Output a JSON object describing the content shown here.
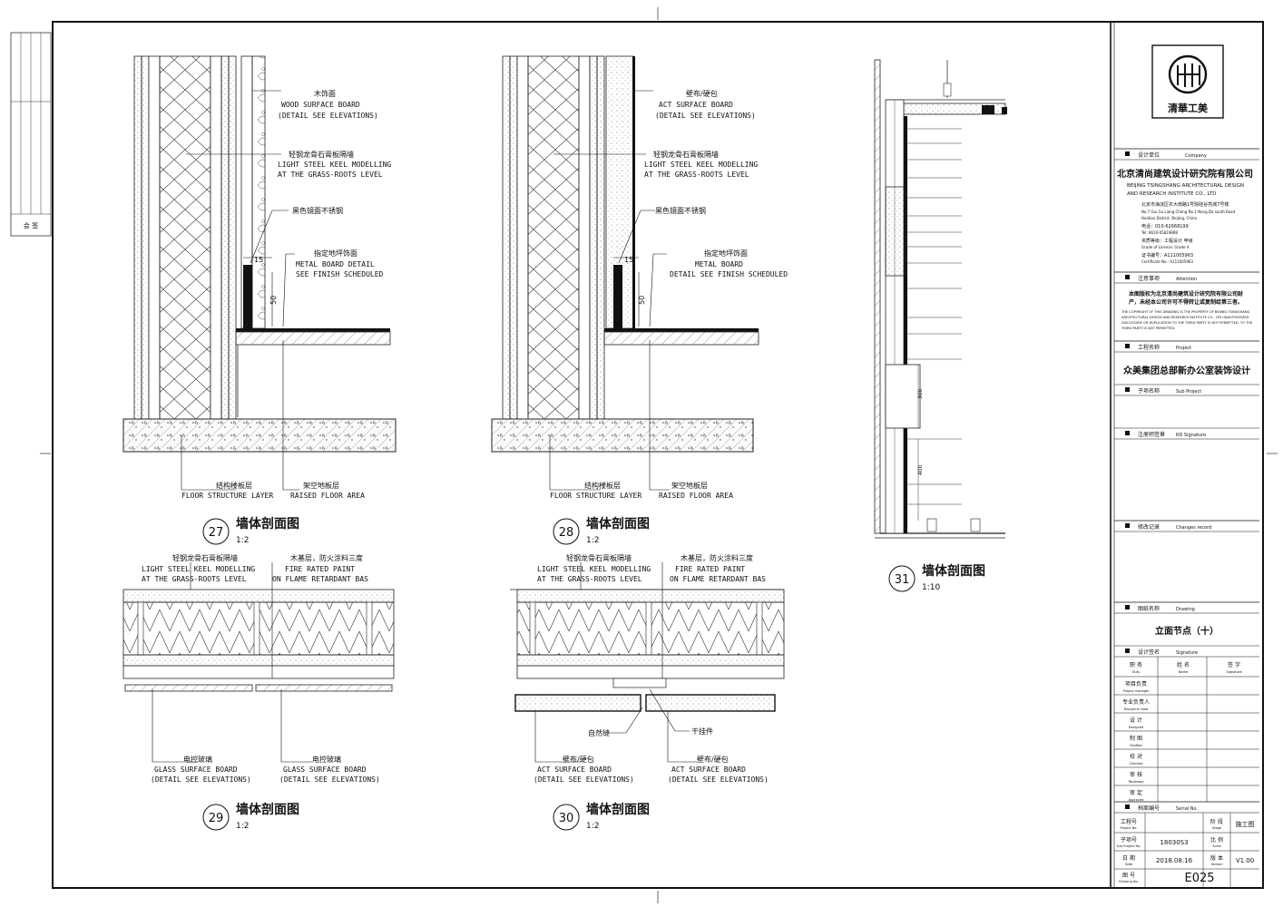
{
  "details": {
    "d27": {
      "number": "27",
      "title": "墙体剖面图",
      "scale": "1:2",
      "labels": {
        "finish_cn": "木饰面",
        "finish_en1": "WOOD SURFACE BOARD",
        "finish_en2": "(DETAIL SEE ELEVATIONS)",
        "keel_cn": "轻钢龙骨石膏板隔墙",
        "keel_en1": "LIGHT STEEL KEEL MODELLING",
        "keel_en2": "AT THE GRASS-ROOTS LEVEL",
        "steel_cn": "黑色镜面不锈钢",
        "metal_cn": "指定地坪饰面",
        "metal_en1": "METAL BOARD DETAIL",
        "metal_en2": "SEE FINISH SCHEDULED",
        "dim_15": "15",
        "dim_50": "50",
        "floor_cn": "结构楼板层",
        "raised_cn": "架空地板层",
        "floor_en": "FLOOR STRUCTURE LAYER",
        "raised_en": "RAISED FLOOR AREA"
      }
    },
    "d28": {
      "number": "28",
      "title": "墙体剖面图",
      "scale": "1:2",
      "labels": {
        "finish_cn": "壁布/硬包",
        "finish_en1": "ACT SURFACE BOARD",
        "finish_en2": "(DETAIL SEE ELEVATIONS)",
        "keel_cn": "轻钢龙骨石膏板隔墙",
        "keel_en1": "LIGHT STEEL KEEL MODELLING",
        "keel_en2": "AT THE GRASS-ROOTS LEVEL",
        "steel_cn": "黑色镜面不锈钢",
        "metal_cn": "指定地坪饰面",
        "metal_en1": "METAL BOARD",
        "metal_en2": "DETAIL SEE FINISH SCHEDULED",
        "dim_15": "15",
        "dim_50": "50",
        "floor_cn": "结构楼板层",
        "raised_cn": "架空地板层",
        "floor_en": "FLOOR STRUCTURE LAYER",
        "raised_en": "RAISED FLOOR AREA"
      }
    },
    "d29": {
      "number": "29",
      "title": "墙体剖面图",
      "scale": "1:2",
      "labels": {
        "keel_cn": "轻钢龙骨石膏板隔墙",
        "keel_en1": "LIGHT STEEL KEEL MODELLING",
        "keel_en2": "AT THE GRASS-ROOTS LEVEL",
        "fire_cn": "木基层，防火涂料三度",
        "fire_en1": "FIRE RATED PAINT",
        "fire_en2": "ON FLAME RETARDANT BAS",
        "glass_cn": "电控玻璃",
        "glass_en1": "GLASS SURFACE BOARD",
        "glass_en2": "(DETAIL SEE ELEVATIONS)"
      }
    },
    "d30": {
      "number": "30",
      "title": "墙体剖面图",
      "scale": "1:2",
      "labels": {
        "keel_cn": "轻钢龙骨石膏板隔墙",
        "keel_en1": "LIGHT STEEL KEEL MODELLING",
        "keel_en2": "AT THE GRASS-ROOTS LEVEL",
        "fire_cn": "木基层，防火涂料三度",
        "fire_en1": "FIRE RATED PAINT",
        "fire_en2": "ON FLAME RETARDANT BAS",
        "joint_cn": "自然缝",
        "hanger_cn": "干挂件",
        "act_cn": "壁布/硬包",
        "act_en1": "ACT SURFACE BOARD",
        "act_en2": "(DETAIL SEE ELEVATIONS)"
      }
    },
    "d31": {
      "number": "31",
      "title": "墙体剖面图",
      "scale": "1:10",
      "dim_a": "300",
      "dim_b": "400"
    }
  },
  "title_block": {
    "logo_text": "清華工美",
    "company_label_cn": "设计单位",
    "company_label_en": "Company",
    "company_cn": "北京清尚建筑设计研究院有限公司",
    "company_en1": "BEIJING TSINGSHANG ARCHITECTURAL DESIGN",
    "company_en2": "AND RESEARCH INSTITUTE CO., LTD",
    "address_cn": "北京市海淀区农大南路1号院硅谷亮城7号楼",
    "address_en1": "No.7 Gui Gu Liang Cheng No.1 Nong Da south Road",
    "address_en2": "Haidian District, Beijing, China",
    "tel": "电话：010-62668199",
    "fax": "Tel: 8610-65819888",
    "grade_cn": "资质等级：工程设计 甲级",
    "grade_en": "Grade of Licence: Grade A",
    "cert_cn": "证书编号：A111005963",
    "cert_en": "Certificate No.: A111005963",
    "attention_cn": "注意事项",
    "attention_en": "Attention",
    "notice_cn1": "本图版权为北京清尚建筑设计研究院有限公司财",
    "notice_cn2": "产，未经本公司许可不得转让或复制给第三者。",
    "notice_en1": "THE COPYRIGHT OF THIS DRAWING IS THE PROPERTY OF BEIJING TSINGSHANG",
    "notice_en2": "ARCHITECTURAL DESIGN AND RESEARCH INSTITUTE CO., LTD UNAUTHORIZED",
    "notice_en3": "DISCLOSURE OR DUPLICATION TO THE THIRD PARTY IS NOT PERMITTED. TO THE",
    "notice_en4": "THIRD PARTY IS NOT PERMITTED.",
    "project_label_cn": "工程名称",
    "project_label_en": "Project",
    "project_name": "众美集团总部新办公室装饰设计",
    "subproject_label_cn": "子项名称",
    "subproject_label_en": "Sub Project",
    "rd_label_cn": "注册师签章",
    "rd_label_en": "RD Signature",
    "changes_label_cn": "修改记录",
    "changes_label_en": "Changes record",
    "drawing_label_cn": "图纸名称",
    "drawing_label_en": "Drawing",
    "drawing_name": "立面节点（十）",
    "signature_label_cn": "设计签名",
    "signature_label_en": "Signature",
    "sig_headers": {
      "duty": "职 务",
      "duty_en": "Duty",
      "name": "姓 名",
      "name_en": "Name",
      "sign": "签 字",
      "sign_en": "Signature"
    },
    "sig_roles": [
      {
        "cn": "项目负责",
        "en": "Project manager"
      },
      {
        "cn": "专业负责人",
        "en": "Discipline Lead"
      },
      {
        "cn": "设 计",
        "en": "Designed"
      },
      {
        "cn": "制 图",
        "en": "Drafted"
      },
      {
        "cn": "校 对",
        "en": "Checked"
      },
      {
        "cn": "审 核",
        "en": "Reviewed"
      },
      {
        "cn": "审 定",
        "en": "Approved"
      }
    ],
    "serial_label_cn": "档案编号",
    "serial_label_en": "Serial No.",
    "project_no_label": "工程号",
    "project_no_en": "Project No.",
    "stage_label": "阶 段",
    "stage_en": "Stage",
    "stage_value": "施工图",
    "sub_no_label": "子项号",
    "sub_no_en": "Sub Project No.",
    "sub_no_value": "18030S3",
    "scale_label": "比 例",
    "scale_en": "Scale",
    "date_label": "日 期",
    "date_en": "Date",
    "date_value": "2018.08.16",
    "version_label": "版 本",
    "version_en": "Version",
    "version_value": "V1.00",
    "drawing_no_label": "图 号",
    "drawing_no_en": "Drawing No.",
    "drawing_no_value": "E025"
  },
  "side_panel": {
    "label": "会 签"
  }
}
